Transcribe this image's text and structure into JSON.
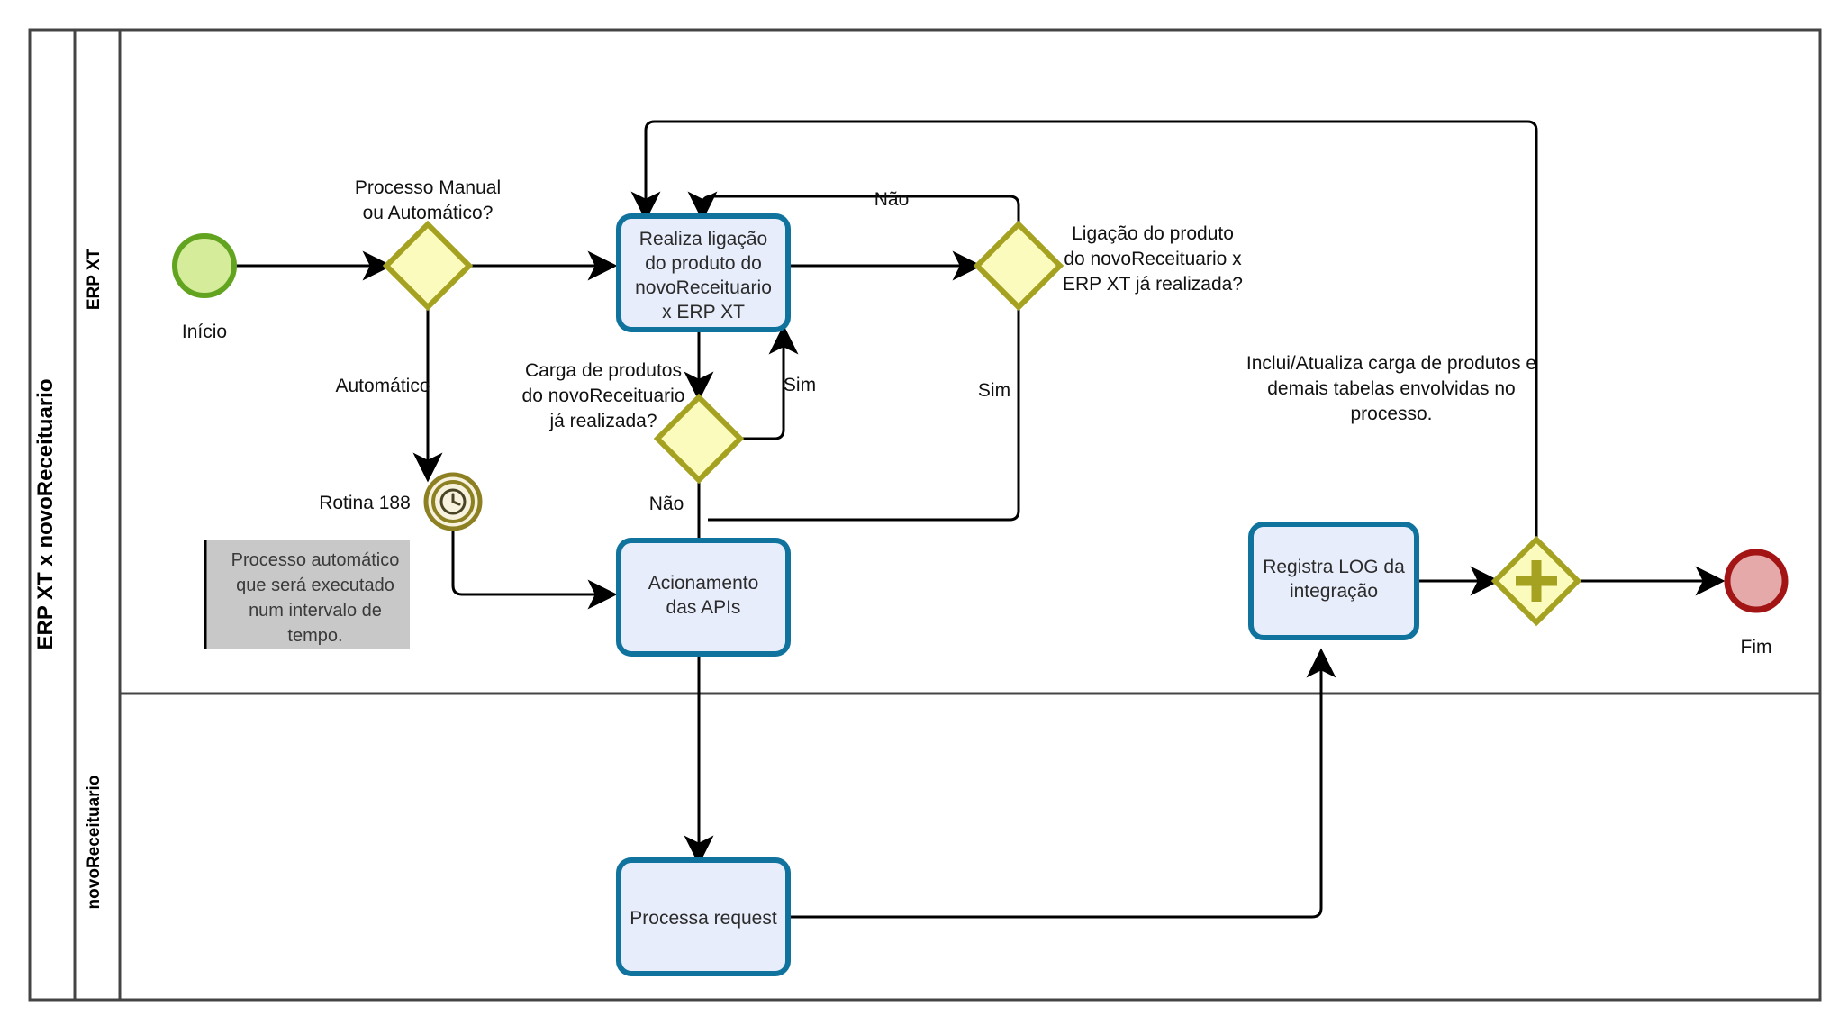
{
  "diagram": {
    "type": "bpmn-collaboration-diagram",
    "pool": {
      "name": "ERP XT x novoReceituario"
    },
    "lanes": [
      {
        "id": "lane-erp-xt",
        "name": "ERP XT"
      },
      {
        "id": "lane-novoreceituario",
        "name": "novoReceituario"
      }
    ],
    "colors": {
      "task_fill": "#e8edfb",
      "task_stroke": "#10739e",
      "gateway_fill": "#fbfbbd",
      "gateway_stroke": "#a6a221",
      "start_fill": "#d5ec9b",
      "start_stroke": "#62a420",
      "end_fill": "#e5a9a9",
      "end_stroke": "#a31515",
      "timer_fill": "#f7f2dd",
      "timer_stroke": "#8c8023",
      "annotation_fill": "#c8c8c8",
      "connector": "#000000",
      "pool_border": "#444444"
    },
    "nodes": [
      {
        "id": "start",
        "kind": "start-event",
        "label": "Início"
      },
      {
        "id": "gw-processo",
        "kind": "exclusive-gateway",
        "label": "Processo Manual ou Automático?"
      },
      {
        "id": "timer-rotina",
        "kind": "timer-event",
        "label": "Rotina 188"
      },
      {
        "id": "task-realiza",
        "kind": "task",
        "label": "Realiza ligação do produto do novoReceituario x ERP XT"
      },
      {
        "id": "gw-carga",
        "kind": "exclusive-gateway",
        "label": "Carga de produtos do novoReceituario já realizada?"
      },
      {
        "id": "gw-ligacao",
        "kind": "exclusive-gateway",
        "label": "Ligação do produto do novoReceituario x ERP XT já realizada?"
      },
      {
        "id": "task-acionamento",
        "kind": "task",
        "label": "Acionamento das APIs"
      },
      {
        "id": "task-processa",
        "kind": "task",
        "label": "Processa request"
      },
      {
        "id": "task-registra",
        "kind": "task",
        "label": "Registra LOG da integração"
      },
      {
        "id": "gw-parallel",
        "kind": "parallel-gateway",
        "label": ""
      },
      {
        "id": "end",
        "kind": "end-event",
        "label": "Fim"
      }
    ],
    "annotations": [
      {
        "id": "anno-timer",
        "text": "Processo automático que será executado num intervalo de tempo.",
        "style": "gray-box"
      },
      {
        "id": "anno-inclui",
        "text": "Inclui/Atualiza carga de produtos e demais tabelas envolvidas no processo.",
        "style": "plain"
      }
    ],
    "flow_labels": {
      "automatico": "Automático",
      "nao_ligacao": "Não",
      "sim_ligacao": "Sim",
      "sim_carga": "Sim",
      "nao_carga": "Não"
    },
    "node_text_lines": {
      "task_realiza": [
        "Realiza ligação",
        "do produto do",
        "novoReceituario",
        "x ERP XT"
      ],
      "task_acionamento": [
        "Acionamento",
        "das APIs"
      ],
      "task_processa": [
        "Processa request"
      ],
      "task_registra": [
        "Registra LOG da",
        "integração"
      ],
      "gw_processo": [
        "Processo Manual",
        "ou Automático?"
      ],
      "gw_carga": [
        "Carga de produtos",
        "do novoReceituario",
        "já realizada?"
      ],
      "gw_ligacao": [
        "Ligação do produto",
        "do novoReceituario x",
        "ERP XT já realizada?"
      ],
      "anno_timer": [
        "Processo automático",
        "que será executado",
        "num intervalo de",
        "tempo."
      ],
      "anno_inclui": [
        "Inclui/Atualiza carga de produtos e",
        "demais tabelas envolvidas no",
        "processo."
      ]
    }
  }
}
